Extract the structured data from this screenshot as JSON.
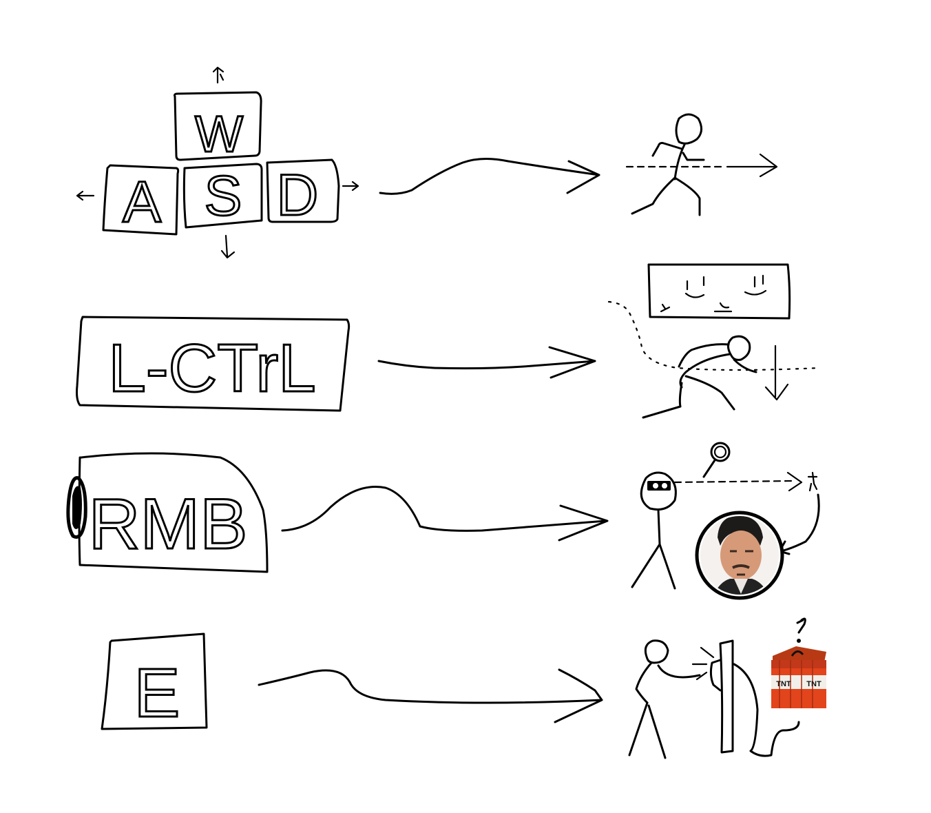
{
  "rows": [
    {
      "id": "move",
      "keys": [
        "W",
        "A",
        "S",
        "D"
      ],
      "action_icon": "running-stick-figure-icon"
    },
    {
      "id": "crouch",
      "keys": [
        "L-CTrL"
      ],
      "action_icon": "sliding-stick-figure-icon"
    },
    {
      "id": "aim",
      "keys": [
        "RMB"
      ],
      "action_icon": "zoom-scope-stick-figure-icon"
    },
    {
      "id": "interact",
      "keys": [
        "E"
      ],
      "action_icon": "press-button-tnt-icon"
    }
  ],
  "tnt_label": "TNT",
  "colors": {
    "ink": "#000000",
    "background": "#ffffff",
    "tnt_red": "#e2441c",
    "tnt_band": "#f2efe9"
  }
}
